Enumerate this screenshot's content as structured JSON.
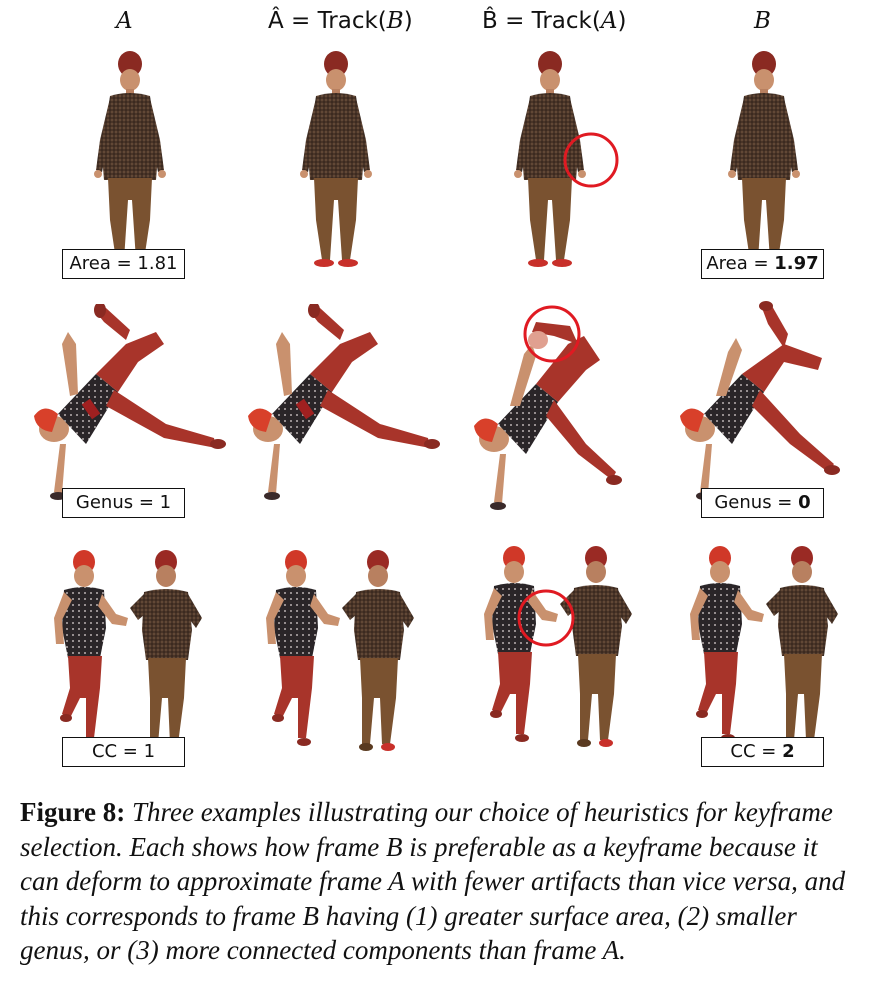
{
  "columns": [
    {
      "prefix": "",
      "var": "A",
      "suffix": ""
    },
    {
      "prefix": "Â = Track(",
      "var": "B",
      "suffix": ")"
    },
    {
      "prefix": "B̂ = Track(",
      "var": "A",
      "suffix": ")"
    },
    {
      "prefix": "",
      "var": "B",
      "suffix": ""
    }
  ],
  "rows": [
    {
      "name": "area",
      "label_left": "Area = 1.81",
      "label_right_prefix": "Area = ",
      "label_right_value": "1.97"
    },
    {
      "name": "genus",
      "label_left": "Genus = 1",
      "label_right_prefix": "Genus = ",
      "label_right_value": "0"
    },
    {
      "name": "cc",
      "label_left": "CC = 1",
      "label_right_prefix": "CC = ",
      "label_right_value": "2"
    }
  ],
  "caption": {
    "figure_label": "Figure 8:",
    "text": "Three examples illustrating our choice of heuristics for keyframe selection. Each shows how frame B is preferable as a keyframe because it can deform to approximate frame A with fewer artifacts than vice versa, and this corresponds to frame B having (1) greater surface area, (2) smaller genus, or (3) more connected components than frame A."
  },
  "colors": {
    "highlight_circle": "#e01a22",
    "shirt_plaid": "#4a3528",
    "pants_brown": "#7a5230",
    "hat_red": "#b83a2a",
    "pants_red": "#a8342a",
    "skin": "#c9916e"
  }
}
